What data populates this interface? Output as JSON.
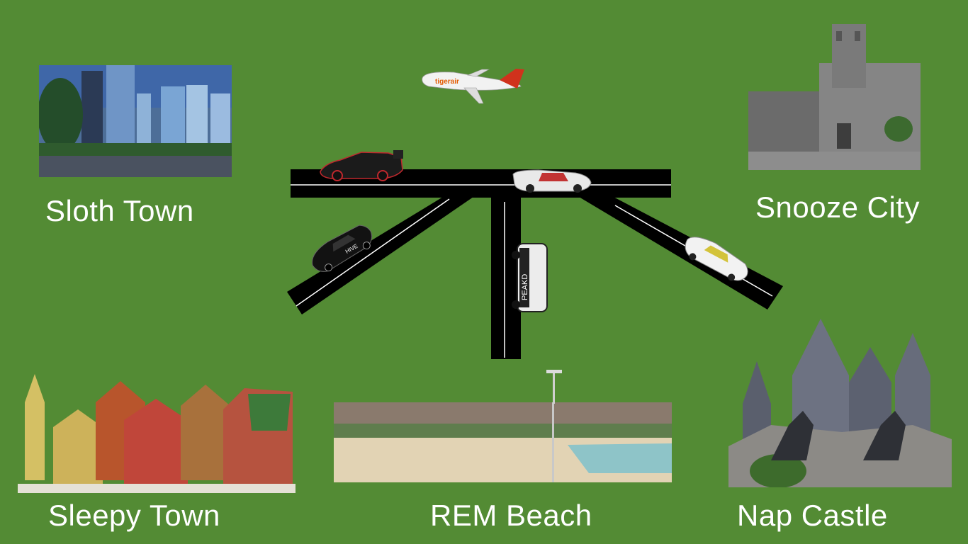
{
  "labels": {
    "sloth_town": "Sloth Town",
    "snooze_city": "Snooze City",
    "sleepy_town": "Sleepy Town",
    "rem_beach": "REM Beach",
    "nap_castle": "Nap Castle"
  },
  "vehicles": {
    "airplane_livery": "tigerair",
    "van_livery": "PEAKD",
    "car_livery": "HIVE"
  },
  "colors": {
    "background": "#538b34",
    "road": "#000000",
    "lane_marking": "#ffffff",
    "label_text": "#ffffff"
  }
}
